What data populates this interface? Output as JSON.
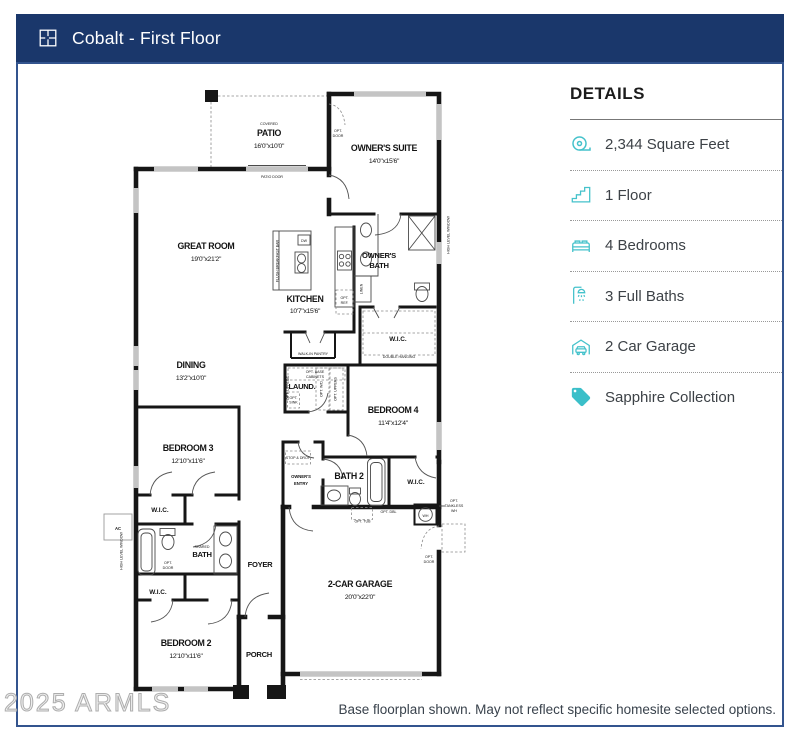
{
  "colors": {
    "navy": "#1A376B",
    "border_blue": "#33548E",
    "teal": "#45C2CB",
    "wall": "#161616",
    "window_gray": "#C4C4C4",
    "watermark_gray": "#ADADAD"
  },
  "header": {
    "title": "Cobalt - First Floor"
  },
  "details": {
    "title": "DETAILS",
    "items": [
      {
        "icon": "measure-icon",
        "label": "2,344 Square Feet"
      },
      {
        "icon": "stairs-icon",
        "label": "1 Floor"
      },
      {
        "icon": "bed-icon",
        "label": "4 Bedrooms"
      },
      {
        "icon": "bath-icon",
        "label": "3 Full Baths"
      },
      {
        "icon": "garage-icon",
        "label": "2 Car Garage"
      },
      {
        "icon": "tag-icon",
        "label": "Sapphire Collection"
      }
    ]
  },
  "floorplan": {
    "rooms": {
      "patio": {
        "sub": "COVERED",
        "name": "PATIO",
        "dims": "16'0\"x10'0\""
      },
      "owners_suite": {
        "name": "OWNER'S SUITE",
        "dims": "14'0\"x15'6\""
      },
      "great_room": {
        "name": "GREAT ROOM",
        "dims": "19'0\"x21'2\""
      },
      "kitchen": {
        "name": "KITCHEN",
        "dims": "10'7\"x15'6\""
      },
      "owners_bath": {
        "line1": "OWNER'S",
        "line2": "BATH"
      },
      "owners_wic": {
        "name": "W.I.C."
      },
      "dining": {
        "name": "DINING",
        "dims": "13'2\"x10'0\""
      },
      "laundry": {
        "name": "LAUND."
      },
      "bedroom4": {
        "name": "BEDROOM 4",
        "dims": "11'4\"x12'4\""
      },
      "bath2": {
        "name": "BATH 2"
      },
      "bedroom4_wic": {
        "name": "W.I.C."
      },
      "owners_entry": {
        "line1": "OWNER'S",
        "line2": "ENTRY"
      },
      "bedroom3": {
        "name": "BEDROOM 3",
        "dims": "12'10\"x11'6\""
      },
      "bedroom3_wic": {
        "name": "W.I.C."
      },
      "shared_bath": {
        "line1": "SHARED",
        "line2": "BATH"
      },
      "bedroom2_wic": {
        "name": "W.I.C."
      },
      "bedroom2": {
        "name": "BEDROOM 2",
        "dims": "12'10\"x11'6\""
      },
      "foyer": {
        "name": "FOYER"
      },
      "porch": {
        "name": "PORCH"
      },
      "garage": {
        "name": "2-CAR GARAGE",
        "dims": "20'0\"x22'0\""
      }
    },
    "annotations": {
      "patio_door": "PATIO DOOR",
      "opt": "OPT.",
      "door": "DOOR",
      "dw": "DW",
      "ref": "REF.",
      "flush_breakfast_bar": "FLUSH BREAKFAST BAR",
      "walk_in_pantry": "WALK-IN PANTRY",
      "linen": "LINEN",
      "double_hanging": "DOUBLE HANGING",
      "high_level_window": "HIGH LEVEL WINDOW",
      "opt_base": "OPT. BASE",
      "cabinets": "CABINETS",
      "opt_uppers": "OPT. UPPERS",
      "opt_wd": "OPT. W/D",
      "sink": "SINK",
      "stop_drop": "STOP & DROP",
      "opt_tub": "OPT. TUB",
      "opt_dbl": "OPT. DBL",
      "tankless": "TANKLESS",
      "wh": "WH",
      "ac": "AC"
    }
  },
  "footer": {
    "disclaimer": "Base floorplan shown. May not reflect specific homesite selected options."
  },
  "watermark": "2025 ARMLS"
}
